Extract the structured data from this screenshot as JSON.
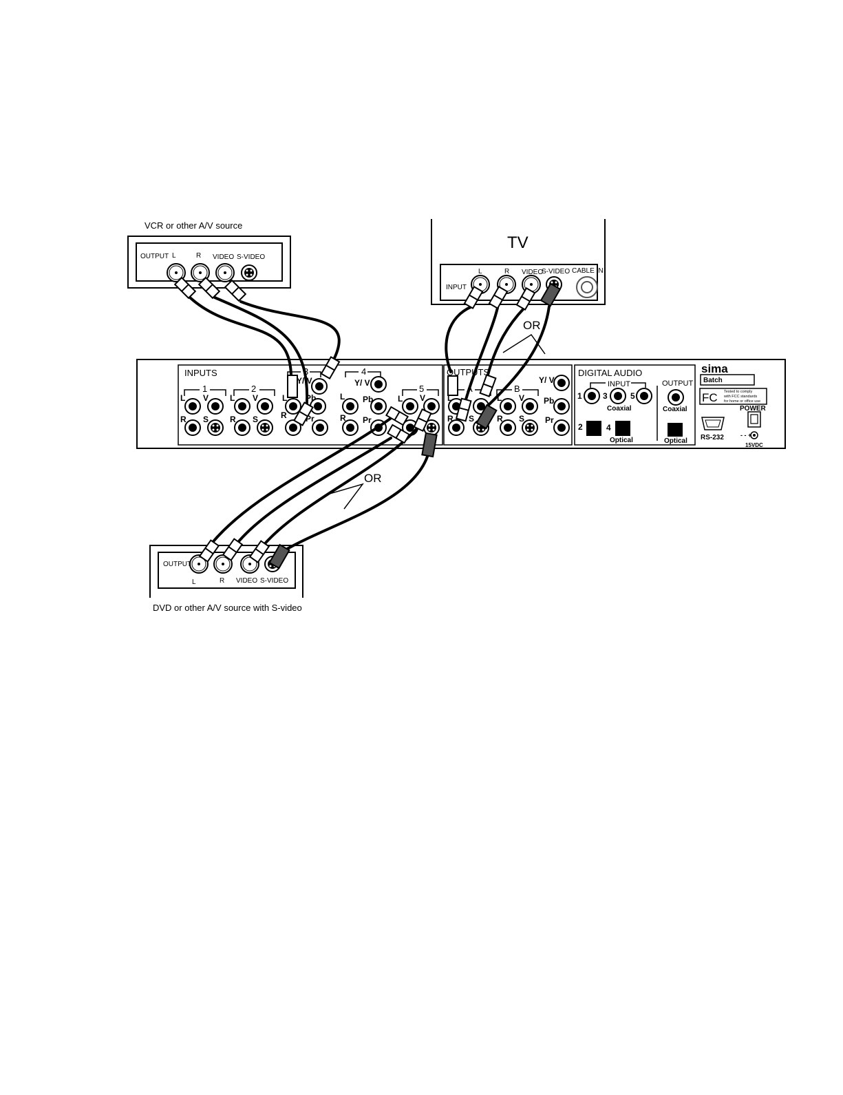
{
  "vcr": {
    "caption": "VCR or other A/V source",
    "output": "OUTPUT",
    "l": "L",
    "r": "R",
    "video": "VIDEO",
    "svideo": "S-VIDEO"
  },
  "tv": {
    "title": "TV",
    "input": "INPUT",
    "l": "L",
    "r": "R",
    "video": "VIDEO",
    "svideo": "S-VIDEO",
    "cable_in": "CABLE IN"
  },
  "dvd": {
    "caption": "DVD or other A/V source with S-video",
    "output": "OUTPUT",
    "l": "L",
    "r": "R",
    "video": "VIDEO",
    "svideo": "S-VIDEO"
  },
  "or_labels": [
    "OR",
    "OR"
  ],
  "device": {
    "inputs_title": "INPUTS",
    "in1": "1",
    "in2": "2",
    "in3": "3",
    "in4": "4",
    "in5": "5",
    "L": "L",
    "V": "V",
    "R": "R",
    "S": "S",
    "yv": "Y/ V",
    "pb": "Pb",
    "pr": "Pr",
    "outputs_title": "OUTPUTS",
    "out_a": "A",
    "out_b": "B",
    "digital_audio": "DIGITAL AUDIO",
    "da_input": "INPUT",
    "da_output": "OUTPUT",
    "da_n1": "1",
    "da_n3": "3",
    "da_n5": "5",
    "da_n2": "2",
    "da_n4": "4",
    "coaxial": "Coaxial",
    "optical": "Optical",
    "brand": "sima",
    "model": "Batch",
    "fcc_logo": "FC",
    "fcc_text_1": "Tested to comply",
    "fcc_text_2": "with FCC standards",
    "fcc_text_3": "for home or office use",
    "power": "POWER",
    "rs232": "RS-232",
    "dc_polarity": "- -  +",
    "dc": "15VDC"
  }
}
